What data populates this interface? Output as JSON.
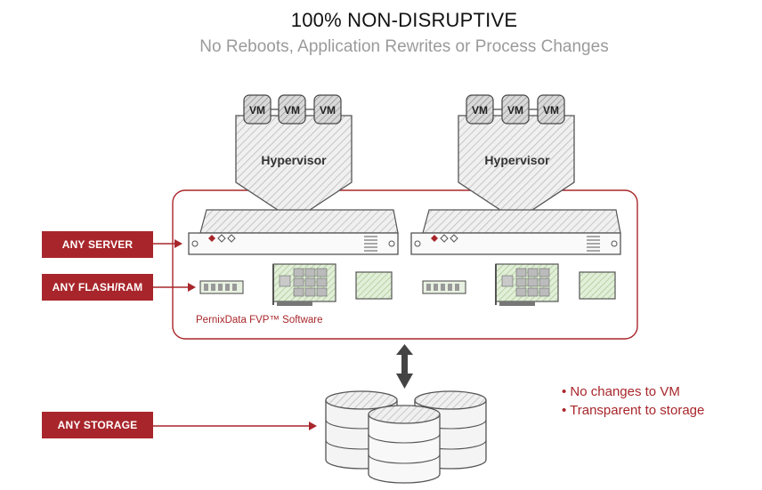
{
  "header": {
    "title": "100% NON-DISRUPTIVE",
    "subtitle": "No Reboots, Application Rewrites or Process Changes"
  },
  "hosts": [
    {
      "vms": [
        "VM",
        "VM",
        "VM"
      ],
      "hypervisor_label": "Hypervisor"
    },
    {
      "vms": [
        "VM",
        "VM",
        "VM"
      ],
      "hypervisor_label": "Hypervisor"
    }
  ],
  "tags": {
    "server": "ANY SERVER",
    "flash": "ANY FLASH/RAM",
    "storage": "ANY STORAGE"
  },
  "software_label": "PernixData FVP™ Software",
  "bullets": [
    "• No changes to VM",
    "• Transparent to storage"
  ],
  "colors": {
    "accent": "#a8262b",
    "sketch": "#555555"
  }
}
